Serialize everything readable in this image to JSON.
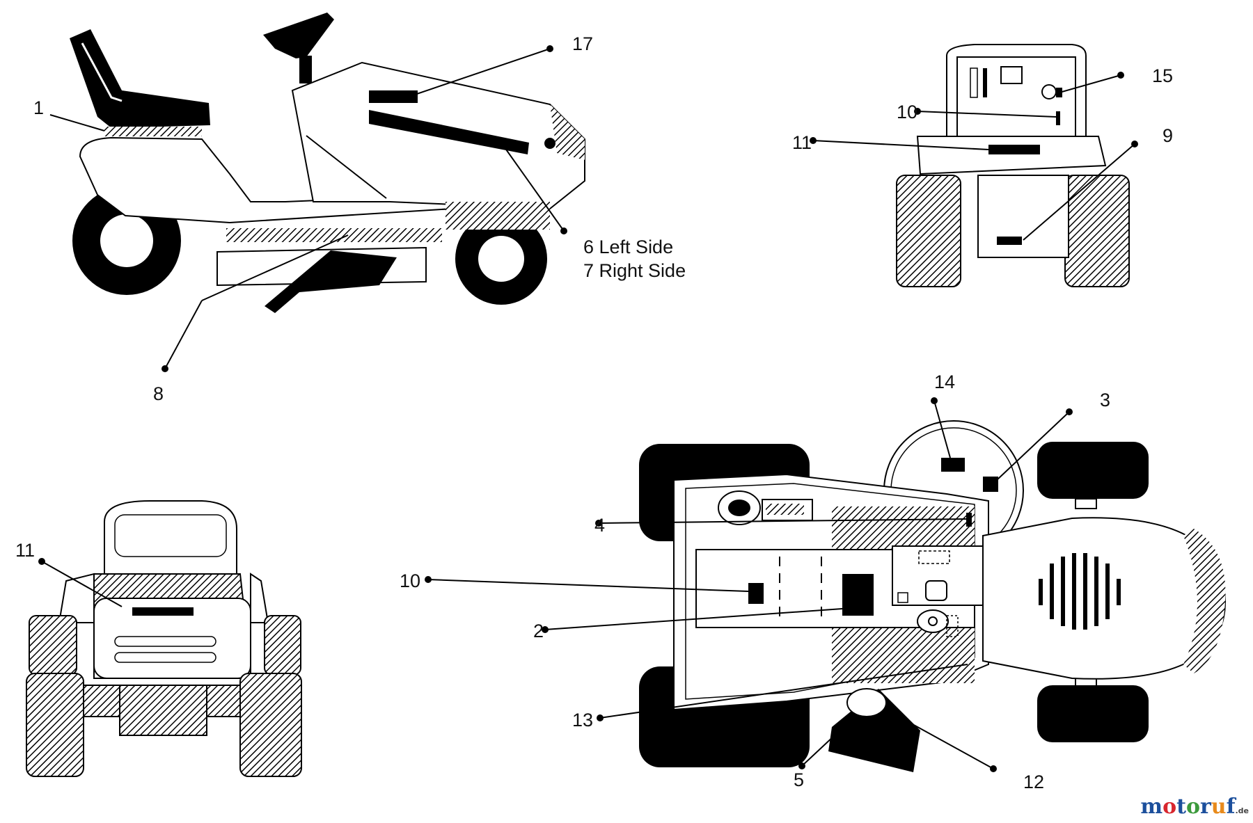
{
  "callouts": {
    "c1": "1",
    "c17": "17",
    "c6": "6 Left Side",
    "c7": "7 Right Side",
    "c8": "8",
    "c15": "15",
    "c10a": "10",
    "c11a": "11",
    "c9": "9",
    "c14": "14",
    "c3": "3",
    "c4": "4",
    "c10b": "10",
    "c2": "2",
    "c13": "13",
    "c5": "5",
    "c12": "12",
    "c11b": "11"
  },
  "watermark": {
    "m": "m",
    "o1": "o",
    "t": "t",
    "o2": "o",
    "r": "r",
    "u": "u",
    "f": "f",
    "domain": ".de"
  },
  "colors": {
    "ink": "#000000",
    "paper": "#ffffff",
    "wm_blue": "#1c4f9c",
    "wm_red": "#d8262e",
    "wm_green": "#3c9a3c",
    "wm_orange": "#e88a1c"
  }
}
